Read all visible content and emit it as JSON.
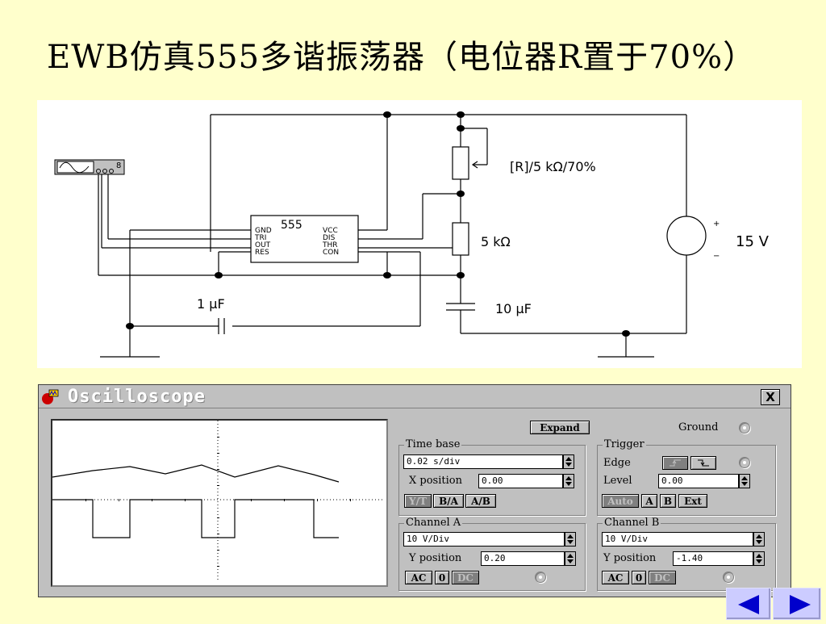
{
  "slide": {
    "title": "EWB仿真555多谐振荡器（电位器R置于70%）"
  },
  "circuit": {
    "ic_name": "555",
    "pins_left": [
      "GND",
      "TRI",
      "OUT",
      "RES"
    ],
    "pins_right": [
      "VCC",
      "DIS",
      "THR",
      "CON"
    ],
    "pot_label": "[R]/5 kΩ/70%",
    "resistor_label": "5 kΩ",
    "cap_timing_label": "10 μF",
    "cap_left_label": "1 μF",
    "source_label": "15 V",
    "scope_icon_number": "8",
    "plus_sign": "+",
    "minus_sign": "−"
  },
  "oscilloscope": {
    "title": "Oscilloscope",
    "close_label": "X",
    "expand_label": "Expand",
    "ground_label": "Ground",
    "timebase": {
      "title": "Time base",
      "value": "0.02 s/div",
      "xpos_label": "X position",
      "xpos_value": "0.00",
      "mode_buttons": [
        "Y/T",
        "B/A",
        "A/B"
      ]
    },
    "trigger": {
      "title": "Trigger",
      "edge_label": "Edge",
      "level_label": "Level",
      "level_value": "0.00",
      "source_buttons": [
        "Auto",
        "A",
        "B",
        "Ext"
      ]
    },
    "channel_a": {
      "title": "Channel A",
      "scale": "10 V/Div",
      "ypos_label": "Y position",
      "ypos_value": "0.20",
      "coupling": [
        "AC",
        "0",
        "DC"
      ]
    },
    "channel_b": {
      "title": "Channel B",
      "scale": "10 V/Div",
      "ypos_label": "Y position",
      "ypos_value": "-1.40",
      "coupling": [
        "AC",
        "0",
        "DC"
      ]
    }
  },
  "nav": {
    "prev_icon": "left-triangle-icon",
    "next_icon": "right-triangle-icon"
  },
  "colors": {
    "background": "#ffffcc",
    "window_gray": "#c0c0c0",
    "nav_button": "#ccccff",
    "nav_arrow": "#0000cc"
  }
}
